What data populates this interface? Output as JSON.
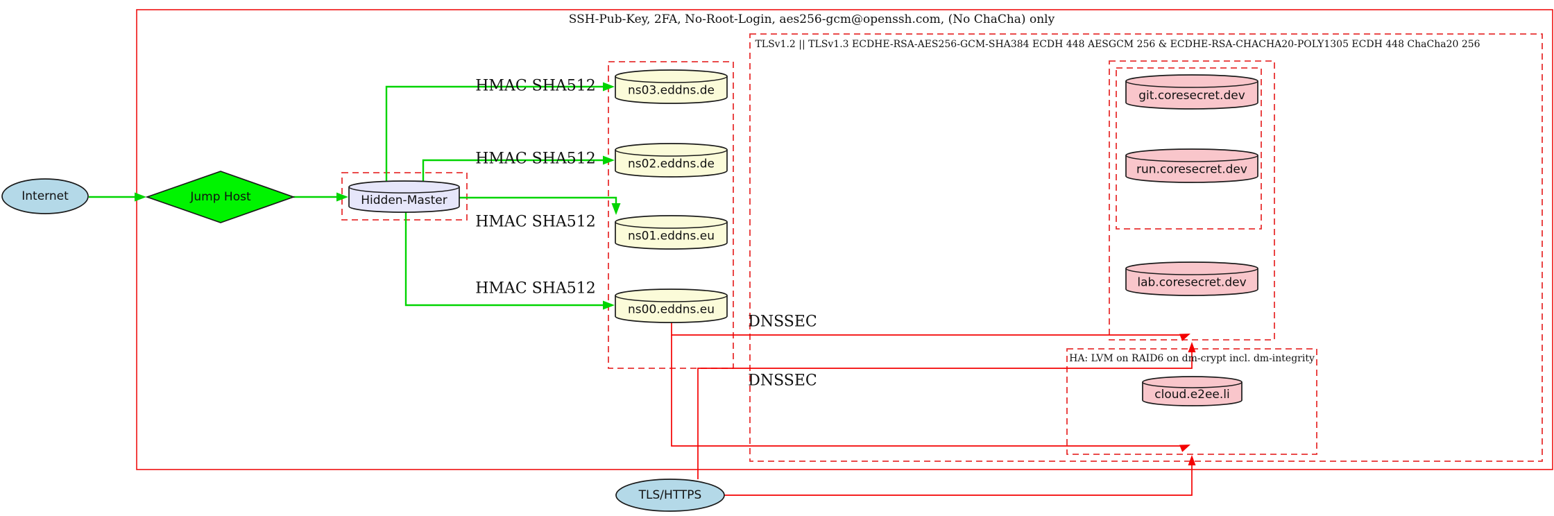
{
  "diagram": {
    "title_note": "network security architecture diagram",
    "clusters": {
      "ssh_label": "SSH-Pub-Key, 2FA, No-Root-Login, aes256-gcm@openssh.com, (No ChaCha) only",
      "tls_label": "TLSv1.2 || TLSv1.3 ECDHE-RSA-AES256-GCM-SHA384 ECDH 448 AESGCM 256 & ECDHE-RSA-CHACHA20-POLY1305 ECDH 448 ChaCha20 256",
      "ha_label": "HA: LVM on RAID6 on dm-crypt incl. dm-integrity"
    },
    "nodes": {
      "internet": {
        "label": "Internet",
        "shape": "ellipse",
        "fill": "#b4d9e8"
      },
      "jump_host": {
        "label": "Jump Host",
        "shape": "diamond",
        "fill": "#00f400"
      },
      "hidden_master": {
        "label": "Hidden-Master",
        "shape": "cylinder",
        "fill": "#e6e6fa"
      },
      "ns03": {
        "label": "ns03.eddns.de",
        "shape": "cylinder",
        "fill": "#fbfbd9"
      },
      "ns02": {
        "label": "ns02.eddns.de",
        "shape": "cylinder",
        "fill": "#fbfbd9"
      },
      "ns01": {
        "label": "ns01.eddns.eu",
        "shape": "cylinder",
        "fill": "#fbfbd9"
      },
      "ns00": {
        "label": "ns00.eddns.eu",
        "shape": "cylinder",
        "fill": "#fbfbd9"
      },
      "git": {
        "label": "git.coresecret.dev",
        "shape": "cylinder",
        "fill": "#f9c6cb"
      },
      "run": {
        "label": "run.coresecret.dev",
        "shape": "cylinder",
        "fill": "#f9c6cb"
      },
      "lab": {
        "label": "lab.coresecret.dev",
        "shape": "cylinder",
        "fill": "#f9c6cb"
      },
      "cloud": {
        "label": "cloud.e2ee.li",
        "shape": "cylinder",
        "fill": "#f9c6cb"
      },
      "tls_https": {
        "label": "TLS/HTTPS",
        "shape": "ellipse",
        "fill": "#b4d9e8"
      }
    },
    "edges": {
      "hmac_label": "HMAC SHA512",
      "dnssec_label": "DNSSEC"
    },
    "colors": {
      "green_edge": "#00d400",
      "red_edge": "#f40000",
      "dashed_cluster_border": "#e83030",
      "solid_cluster_border": "#ee1111",
      "node_border": "#1a1a1a"
    }
  }
}
